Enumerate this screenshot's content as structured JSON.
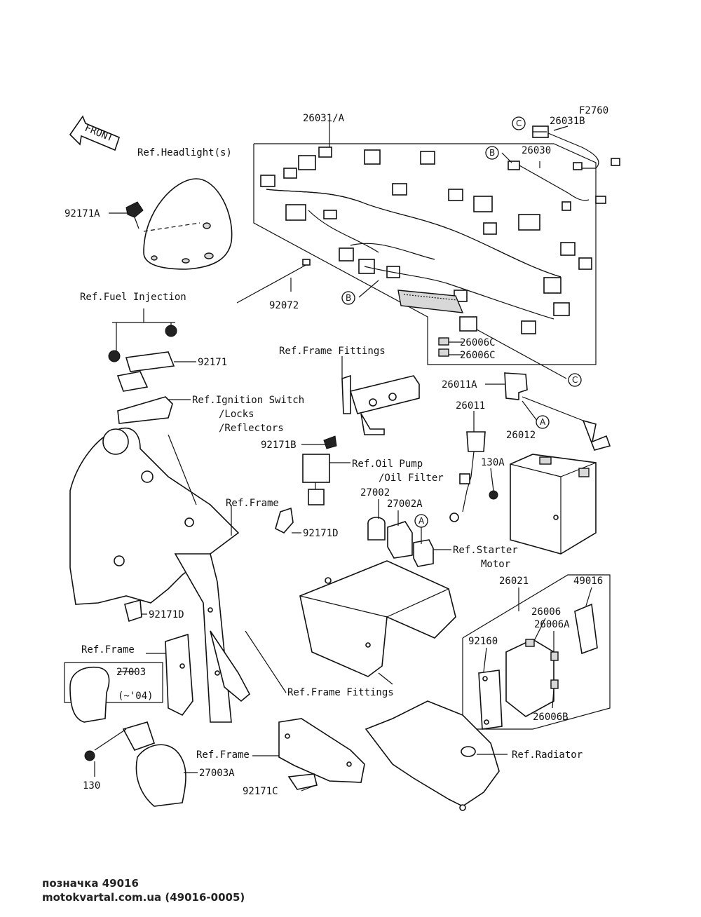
{
  "figure_code": "F2760",
  "front_label": "FRONT",
  "callouts": {
    "p26031A": "26031/A",
    "p26031B": "26031B",
    "p26030": "26030",
    "p92171A": "92171A",
    "p92072": "92072",
    "p26006C_1": "26006C",
    "p26006C_2": "26006C",
    "p92171": "92171",
    "p26011A": "26011A",
    "p26011": "26011",
    "p26012": "26012",
    "p130A": "130A",
    "p92171B": "92171B",
    "p27002": "27002",
    "p27002A": "27002A",
    "p92171D_1": "92171D",
    "p92171D_2": "92171D",
    "p26021": "26021",
    "p49016": "49016",
    "p26006": "26006",
    "p26006A": "26006A",
    "p26006B": "26006B",
    "p92160": "92160",
    "p27003": "27003",
    "p27003_note": "(~'04)",
    "p130": "130",
    "p27003A": "27003A",
    "p92171C": "92171C"
  },
  "references": {
    "headlight": "Ref.Headlight(s)",
    "fuel_injection": "Ref.Fuel Injection",
    "frame_fittings_1": "Ref.Frame Fittings",
    "ignition_1": "Ref.Ignition Switch",
    "ignition_2": "/Locks",
    "ignition_3": "/Reflectors",
    "oil_pump_1": "Ref.Oil Pump",
    "oil_pump_2": "/Oil Filter",
    "frame_1": "Ref.Frame",
    "starter_1": "Ref.Starter",
    "starter_2": "Motor",
    "frame_2": "Ref.Frame",
    "frame_fittings_2": "Ref.Frame Fittings",
    "frame_3": "Ref.Frame",
    "radiator": "Ref.Radiator"
  },
  "markers": {
    "a1": "A",
    "a2": "A",
    "b1": "B",
    "b2": "B",
    "c1": "C",
    "c2": "C"
  },
  "footer": {
    "line1": "позначка 49016",
    "line2": "motokvartal.com.ua (49016-0005)"
  }
}
